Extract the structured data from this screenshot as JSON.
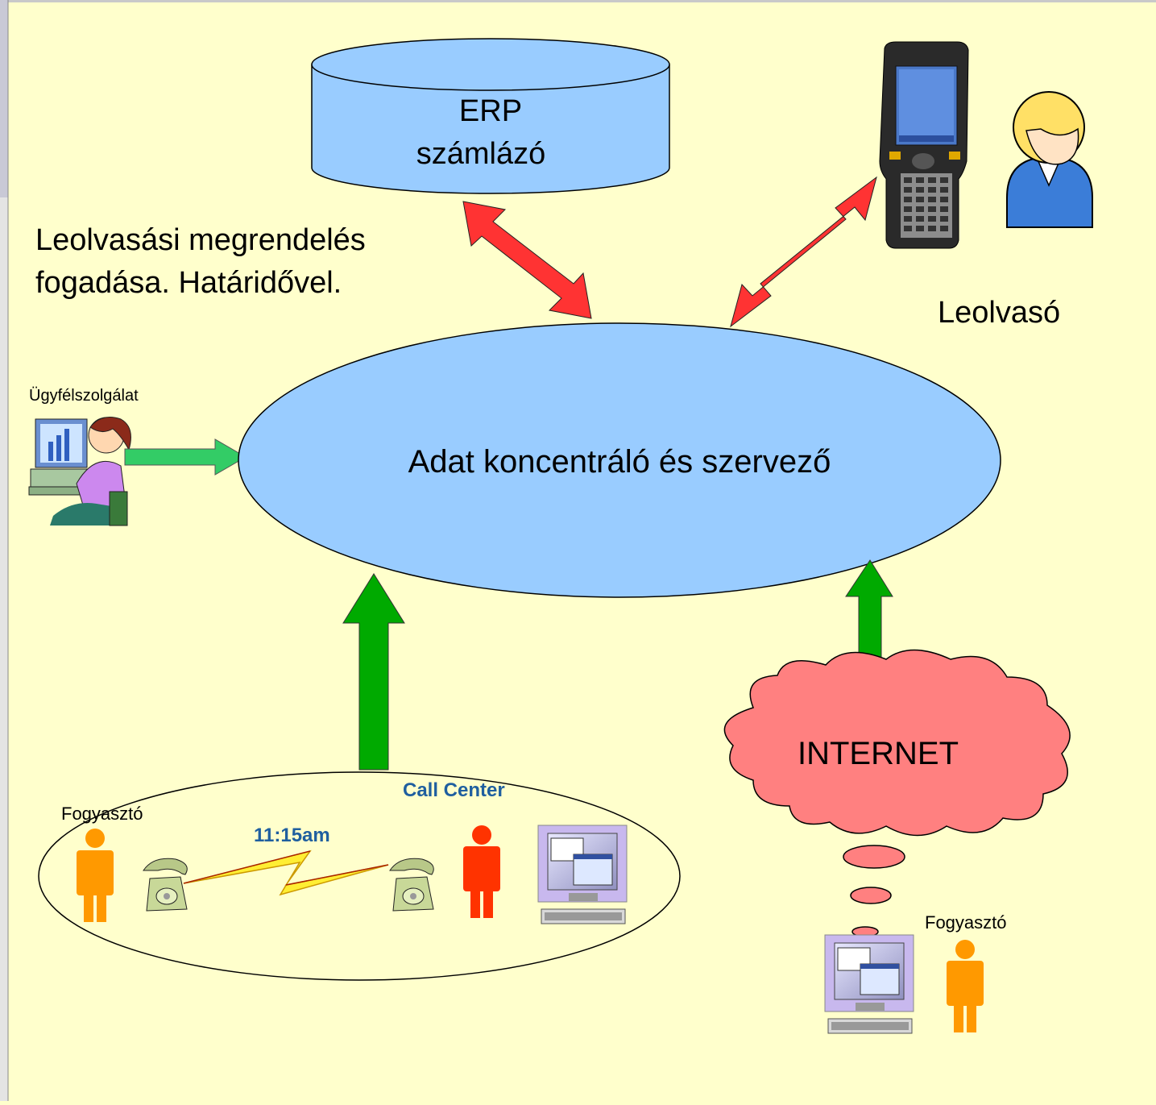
{
  "erp": {
    "line1": "ERP",
    "line2": "számlázó"
  },
  "note": {
    "line1": "Leolvasási megrendelés",
    "line2": "fogadása. Határidővel."
  },
  "reader_label": "Leolvasó",
  "customer_service_label": "Ügyfélszolgálat",
  "center_label": "Adat koncentráló és szervező",
  "internet_label": "INTERNET",
  "call_center_label": "Call Center",
  "time_label": "11:15am",
  "consumer_left_label": "Fogyasztó",
  "consumer_right_label": "Fogyasztó",
  "colors": {
    "background": "#ffffcc",
    "ellipse_fill": "#99ccff",
    "arrow_red": "#ff3333",
    "arrow_green": "#00aa00",
    "cloud_fill": "#ff8080",
    "person_orange": "#ff9900",
    "person_red": "#ff3300",
    "call_center_text": "#1f5f9f"
  }
}
